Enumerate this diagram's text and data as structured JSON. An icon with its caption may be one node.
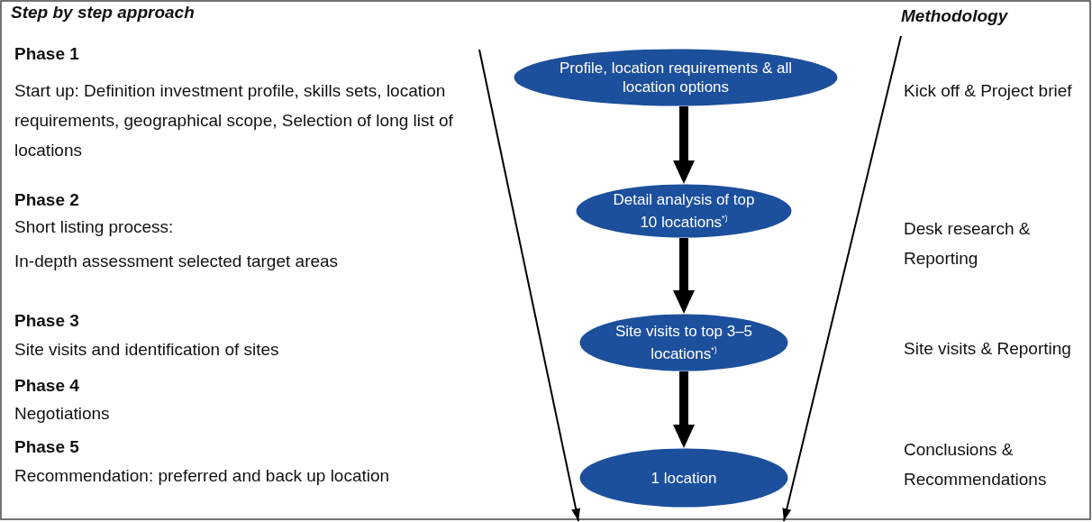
{
  "diagram": {
    "title": "Step by step approach",
    "nodes": [
      {
        "text": [
          "Profile, location requirements & all  location options"
        ]
      },
      {
        "text": [
          "Detail analysis of top 10 locations$^{*)}$"
        ]
      },
      {
        "text": [
          "Site visits to top 3–5 locations$^{*)}$"
        ]
      },
      {
        "text": [
          "1 location"
        ]
      }
    ],
    "edges": [
      {
        "from": 0,
        "to": 1,
        "arrow": "to"
      },
      {
        "from": 1,
        "to": 2,
        "arrow": "to"
      },
      {
        "from": 2,
        "to": 3,
        "arrow": "to"
      }
    ],
    "labels": [
      "Methodology",
      "Phase 1",
      "Start up: Definition investment profile, skills sets, location requirements, geographical scope, Selection of long list of locations",
      "Kick off & Project brief",
      "Phase 2",
      "Short listing process:",
      "In-depth assessment selected target areas",
      "Desk research & Reporting",
      "Phase 3",
      "Site visits and identification of sites",
      "Site visits & Reporting",
      "Phase 4",
      "Negotiations",
      "Phase 5",
      "Recommendation: preferred and back up location",
      "Conclusions & Recommendations"
    ]
  }
}
